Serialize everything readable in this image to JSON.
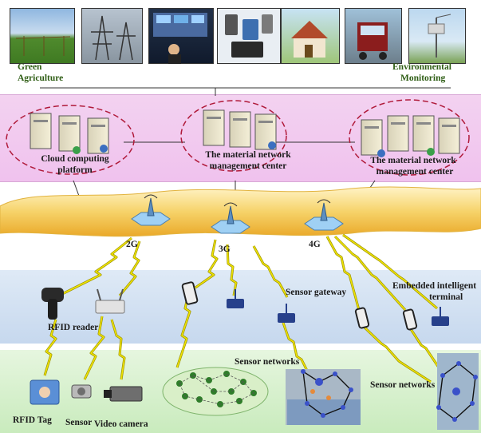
{
  "applications": {
    "left_label_line1": "Green",
    "left_label_line2": "Agriculture",
    "right_label_line1": "Environmental",
    "right_label_line2": "Monitoring"
  },
  "management": {
    "cloud_line1": "Cloud computing",
    "cloud_line2": "platform",
    "center1_line1": "The material network",
    "center1_line2": "management center",
    "center2_line1": "The material network",
    "center2_line2": "management center"
  },
  "networks": {
    "g2": "2G",
    "g3": "3G",
    "g4": "4G"
  },
  "access": {
    "rfid_reader": "RFID reader",
    "sensor_gateway": "Sensor gateway",
    "embedded_line1": "Embedded intelligent",
    "embedded_line2": "terminal"
  },
  "sensing": {
    "rfid_tag": "RFID Tag",
    "sensor": "Sensor",
    "video_camera": "Video camera",
    "sensor_networks_1": "Sensor networks",
    "sensor_networks_2": "Sensor networks"
  },
  "colors": {
    "management_band": "#f0c2ee",
    "cloud_band": "#f2c04a",
    "access_band": "#c6d8ee",
    "sensor_band": "#c9ebbd",
    "lightning": "#e4d800"
  }
}
